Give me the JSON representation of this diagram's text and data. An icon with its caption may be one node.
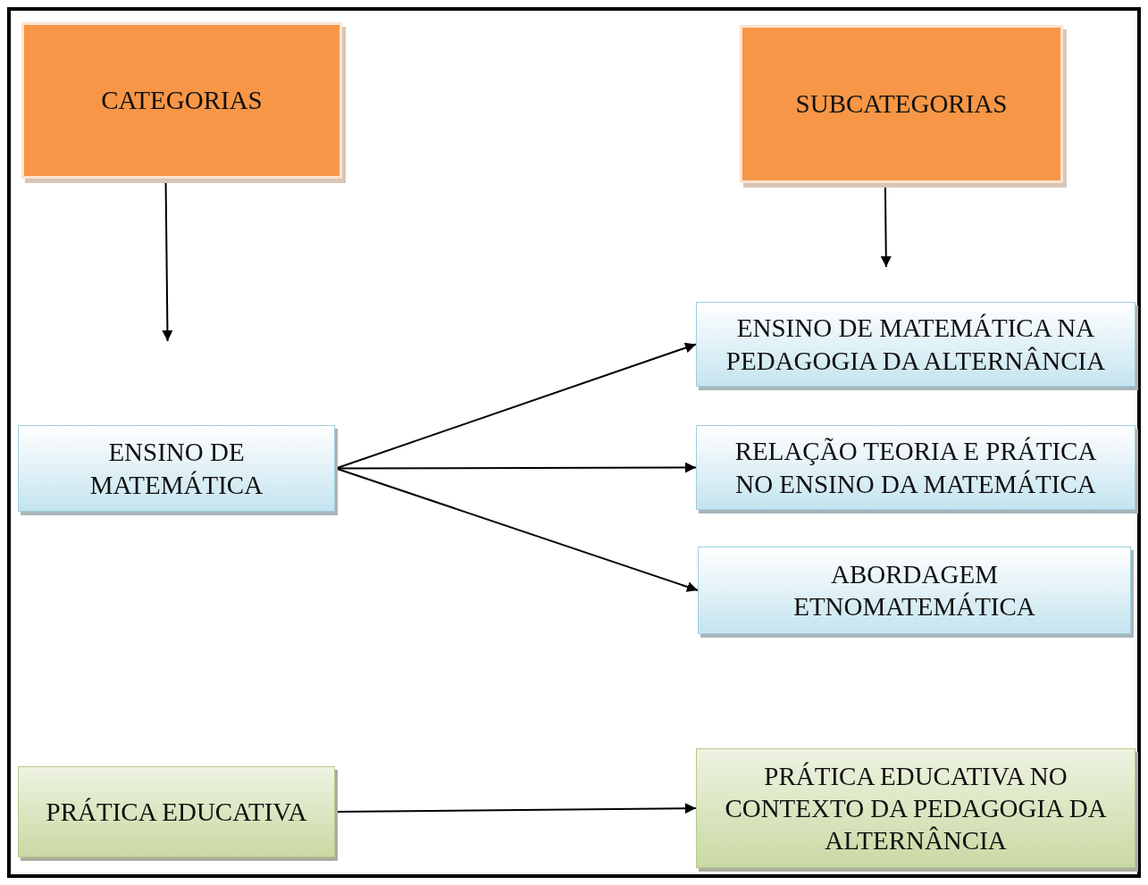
{
  "diagram": {
    "nodes": [
      {
        "text": [
          "CATEGORIAS"
        ]
      },
      {
        "text": [
          "SUBCATEGORIAS"
        ]
      },
      {
        "text": [
          "ENSINO DE MATEMÁTICA"
        ]
      },
      {
        "text": [
          "ENSINO DE MATEMÁTICA NA PEDAGOGIA DA ALTERNÂNCIA"
        ]
      },
      {
        "text": [
          "RELAÇÃO TEORIA E PRÁTICA NO ENSINO DA MATEMÁTICA"
        ]
      },
      {
        "text": [
          "ABORDAGEM ETNOMATEMÁTICA"
        ]
      },
      {
        "text": [
          "PRÁTICA EDUCATIVA"
        ]
      },
      {
        "text": [
          "PRÁTICA EDUCATIVA NO CONTEXTO DA PEDAGOGIA DA ALTERNÂNCIA"
        ]
      }
    ],
    "edges": [
      {
        "from": 0,
        "to": null,
        "arrow": "to"
      },
      {
        "from": 1,
        "to": null,
        "arrow": "to"
      },
      {
        "from": 2,
        "to": 3,
        "arrow": "to"
      },
      {
        "from": 2,
        "to": 4,
        "arrow": "to"
      },
      {
        "from": 2,
        "to": 5,
        "arrow": "to"
      },
      {
        "from": 6,
        "to": 7,
        "arrow": "to"
      }
    ]
  }
}
